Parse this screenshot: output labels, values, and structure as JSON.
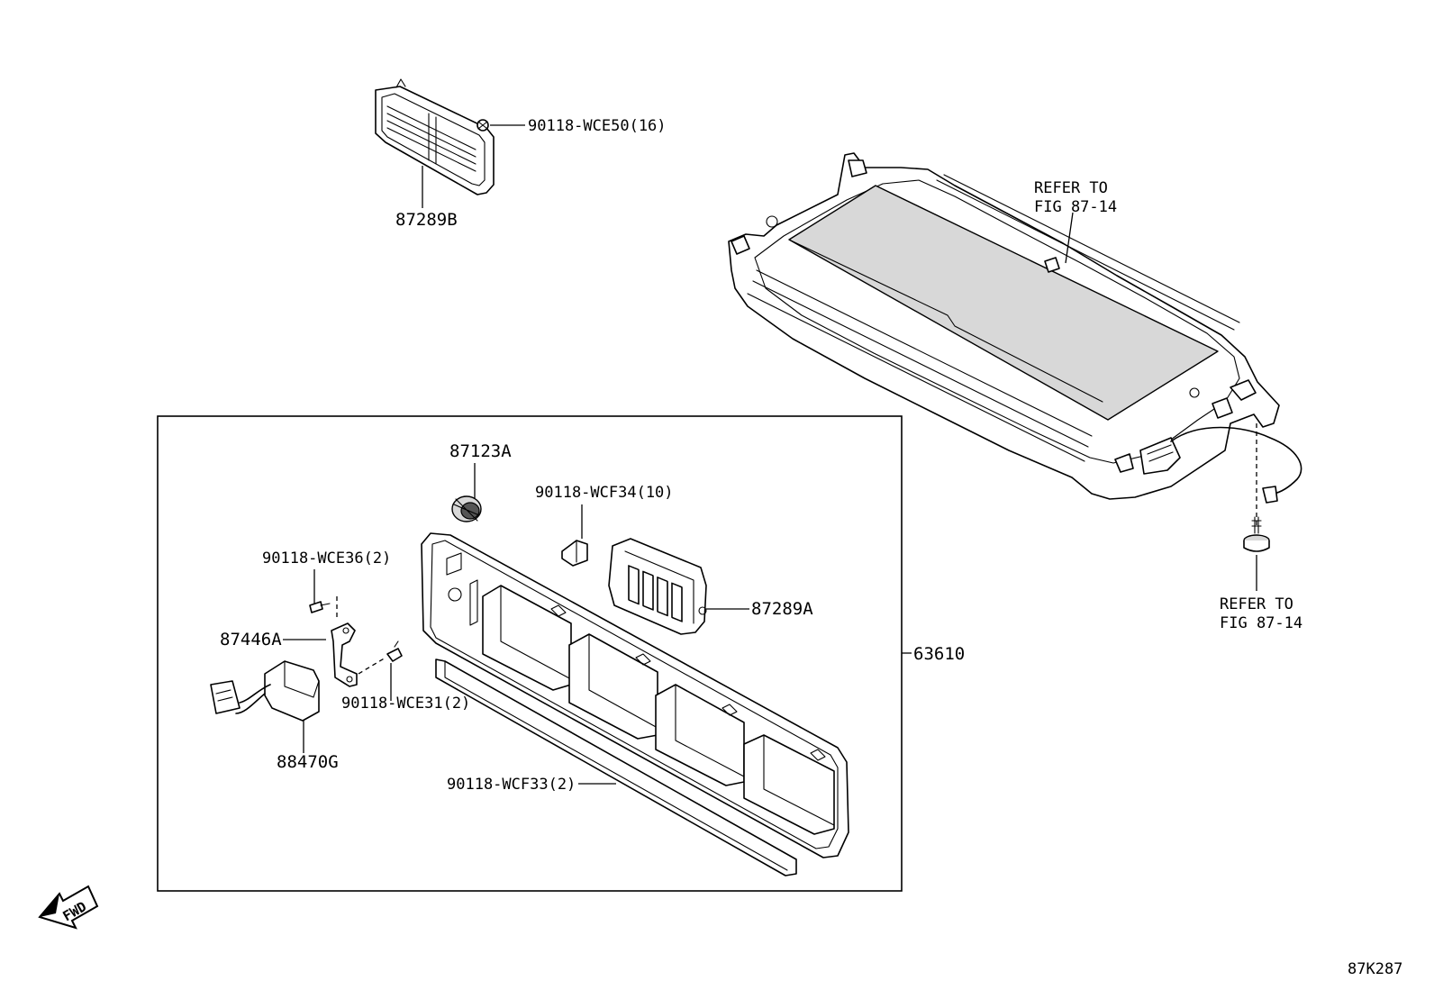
{
  "diagram_code": "87K287",
  "fwd_label": "FWD",
  "callouts": {
    "p87289B": "87289B",
    "p90118_WCE50": "90118-WCE50(16)",
    "refer_top_line1": "REFER TO",
    "refer_top_line2": "FIG 87-14",
    "refer_bottom_line1": "REFER TO",
    "refer_bottom_line2": "FIG 87-14",
    "p87123A": "87123A",
    "p90118_WCF34": "90118-WCF34(10)",
    "p90118_WCE36": "90118-WCE36(2)",
    "p87289A": "87289A",
    "p87446A": "87446A",
    "p63610": "63610",
    "p90118_WCE31": "90118-WCE31(2)",
    "p88470G": "88470G",
    "p90118_WCF33": "90118-WCF33(2)"
  }
}
